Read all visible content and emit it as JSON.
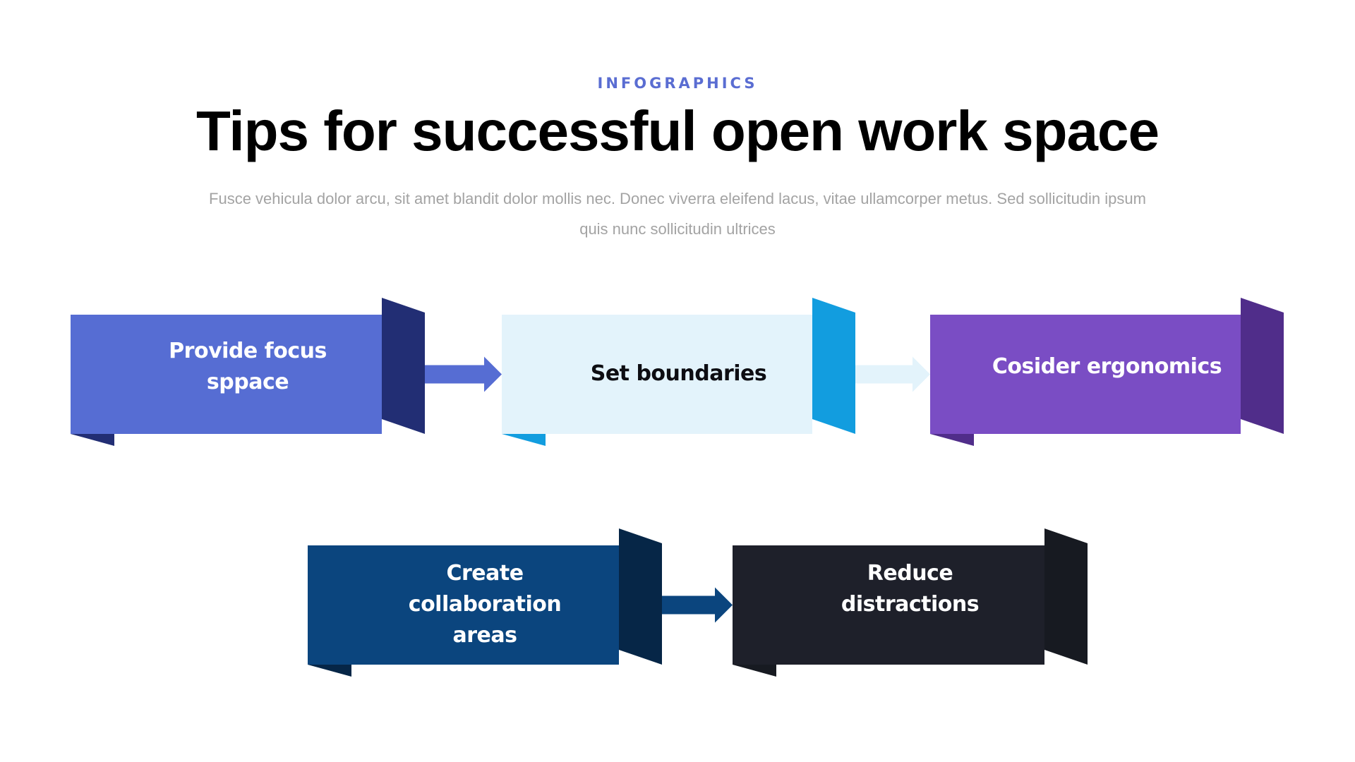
{
  "header": {
    "eyebrow": "INFOGRAPHICS",
    "title": "Tips for successful open work space",
    "subtitle": "Fusce vehicula dolor arcu, sit amet blandit dolor mollis nec. Donec viverra eleifend lacus, vitae ullamcorper metus. Sed sollicitudin ipsum quis nunc sollicitudin ultrices"
  },
  "steps": [
    {
      "label": "Provide focus sppace",
      "lines": [
        "Provide focus",
        "sppace"
      ],
      "color": "#566dd3",
      "side_color": "#222e74",
      "text_color": "#ffffff"
    },
    {
      "label": "Set boundaries",
      "lines": [
        "Set boundaries"
      ],
      "color": "#e3f3fb",
      "side_color": "#129ddf",
      "text_color": "#0d0d12"
    },
    {
      "label": "Cosider ergonomics",
      "lines": [
        "Cosider ergonomics"
      ],
      "color": "#7a4dc4",
      "side_color": "#502d8a",
      "text_color": "#ffffff"
    },
    {
      "label": "Create collaboration areas",
      "lines": [
        "Create",
        "collaboration",
        "areas"
      ],
      "color": "#0b457e",
      "side_color": "#062647",
      "text_color": "#ffffff"
    },
    {
      "label": "Reduce distractions",
      "lines": [
        "Reduce",
        "distractions"
      ],
      "color": "#1e202a",
      "side_color": "#171a21",
      "text_color": "#ffffff"
    }
  ],
  "connectors": [
    {
      "from": 0,
      "to": 1,
      "color": "#566dd3"
    },
    {
      "from": 1,
      "to": 2,
      "color": "#e3f3fb"
    },
    {
      "from": 3,
      "to": 4,
      "color": "#0b457e"
    }
  ]
}
